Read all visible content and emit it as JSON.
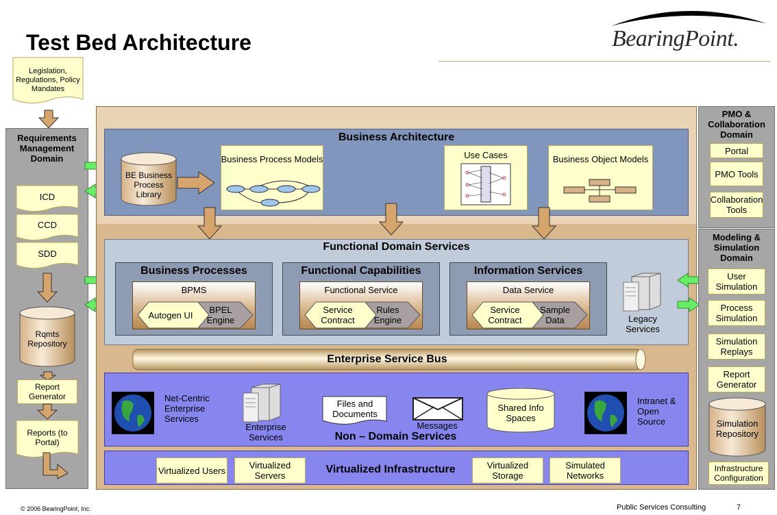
{
  "title": "Test Bed Architecture",
  "logo": "BearingPoint.",
  "legislation": "Legislation, Regulations, Policy Mandates",
  "requirements": {
    "title": "Requirements Management Domain",
    "docs": [
      "ICD",
      "CCD",
      "SDD"
    ],
    "repository": "Rqmts Repository",
    "report_generator": "Report Generator",
    "reports": "Reports (to Portal)"
  },
  "business_architecture": {
    "title": "Business Architecture",
    "library": "BE Business Process Library",
    "process_models": "Business  Process Models",
    "use_cases": "Use Cases",
    "object_models": "Business Object Models"
  },
  "functional_domain": {
    "title": "Functional Domain Services",
    "business_processes": {
      "title": "Business Processes",
      "box": "BPMS",
      "left": "Autogen UI",
      "right": "BPEL Engine"
    },
    "functional_capabilities": {
      "title": "Functional Capabilities",
      "box": "Functional Service",
      "left": "Service Contract",
      "right": "Rules Engine"
    },
    "information_services": {
      "title": "Information Services",
      "box": "Data Service",
      "left": "Service Contract",
      "right": "Sample Data"
    },
    "legacy": "Legacy Services"
  },
  "esb": "Enterprise Service Bus",
  "non_domain": {
    "title": "Non – Domain Services",
    "net_centric": "Net-Centric Enterprise Services",
    "enterprise": "Enterprise Services",
    "files": "Files and Documents",
    "messages": "Messages",
    "shared": "Shared Info Spaces",
    "intranet": "Intranet & Open Source"
  },
  "virtualized": {
    "title": "Virtualized Infrastructure",
    "items": [
      "Virtualized Users",
      "Virtualized Servers",
      "Virtualized Storage",
      "Simulated Networks"
    ]
  },
  "pmo": {
    "title": "PMO & Collaboration Domain",
    "items": [
      "Portal",
      "PMO Tools",
      "Collaboration Tools"
    ]
  },
  "modeling": {
    "title": "Modeling & Simulation Domain",
    "items": [
      "User Simulation",
      "Process Simulation",
      "Simulation Replays",
      "Report Generator"
    ],
    "repository": "Simulation Repository",
    "infra": "Infrastructure Configuration"
  },
  "footer": {
    "copyright": "© 2006 BearingPoint, Inc.",
    "right": "Public Services Consulting",
    "page": "7"
  }
}
